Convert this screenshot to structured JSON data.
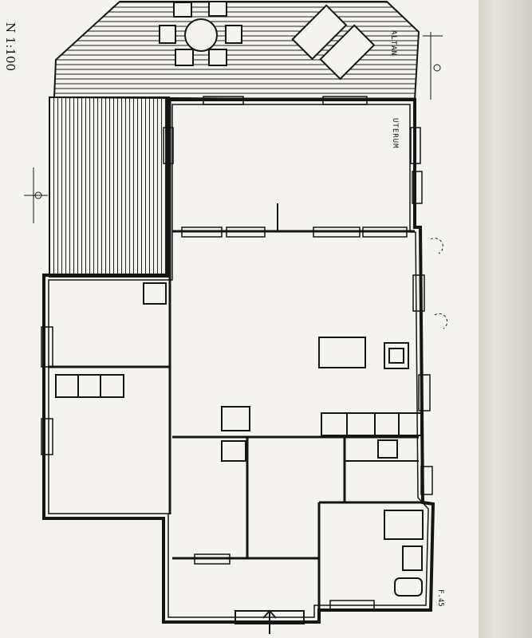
{
  "scale_label": "N  1:100",
  "labels": {
    "balcony": "ALTAN",
    "sunroom": "UTERUM",
    "corner_note": "F.45"
  },
  "colors": {
    "paper": "#f4f3ef",
    "ink": "#151515"
  }
}
